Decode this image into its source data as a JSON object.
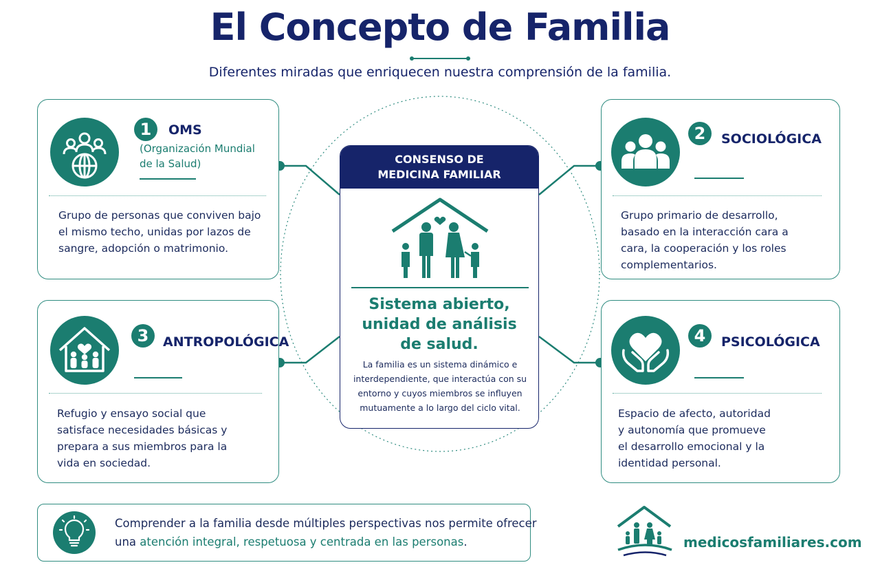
{
  "header": {
    "title": "El Concepto de Familia",
    "subtitle": "Diferentes miradas que enriquecen nuestra comprensión de la familia."
  },
  "cards": [
    {
      "number": "1",
      "title": "OMS",
      "subtitle": "(Organización Mundial de la Salud)",
      "icon": "people-globe-icon",
      "body": "Grupo de personas que conviven bajo el mismo techo, unidas por lazos de sangre, adopción o matrimonio."
    },
    {
      "number": "2",
      "title": "SOCIOLÓGICA",
      "icon": "group-people-icon",
      "body": "Grupo primario de desarrollo, basado en la interacción cara a cara, la cooperación y los roles complementarios."
    },
    {
      "number": "3",
      "title": "ANTROPOLÓGICA",
      "icon": "house-family-icon",
      "body": "Refugio y ensayo social que satisface necesidades básicas y prepara a sus miembros para la vida en sociedad."
    },
    {
      "number": "4",
      "title": "PSICOLÓGICA",
      "icon": "heart-hands-icon",
      "body": "Espacio de afecto, autoridad y autonomía que promueve el desarrollo emocional y la identidad personal."
    }
  ],
  "center": {
    "header_line1": "CONSENSO DE",
    "header_line2": "MEDICINA FAMILIAR",
    "icon": "family-house-icon",
    "title_line1": "Sistema abierto,",
    "title_line2": "unidad de análisis",
    "title_line3": "de salud.",
    "body": "La familia es un sistema dinámico e interdependiente, que interactúa con su entorno y cuyos miembros se influyen mutuamente a lo largo del ciclo vital."
  },
  "footer": {
    "icon": "lightbulb-icon",
    "line1": "Comprender a la familia desde múltiples perspectivas nos permite ofrecer",
    "line2_plain": "una ",
    "line2_highlight": "atención integral, respetuosa y centrada en las personas",
    "line2_end": "."
  },
  "brand": {
    "icon": "family-house-logo-icon",
    "name": "medicosfamiliares.com"
  },
  "colors": {
    "navy": "#16246a",
    "teal": "#1b7d70",
    "border_teal": "#2f8c80"
  }
}
